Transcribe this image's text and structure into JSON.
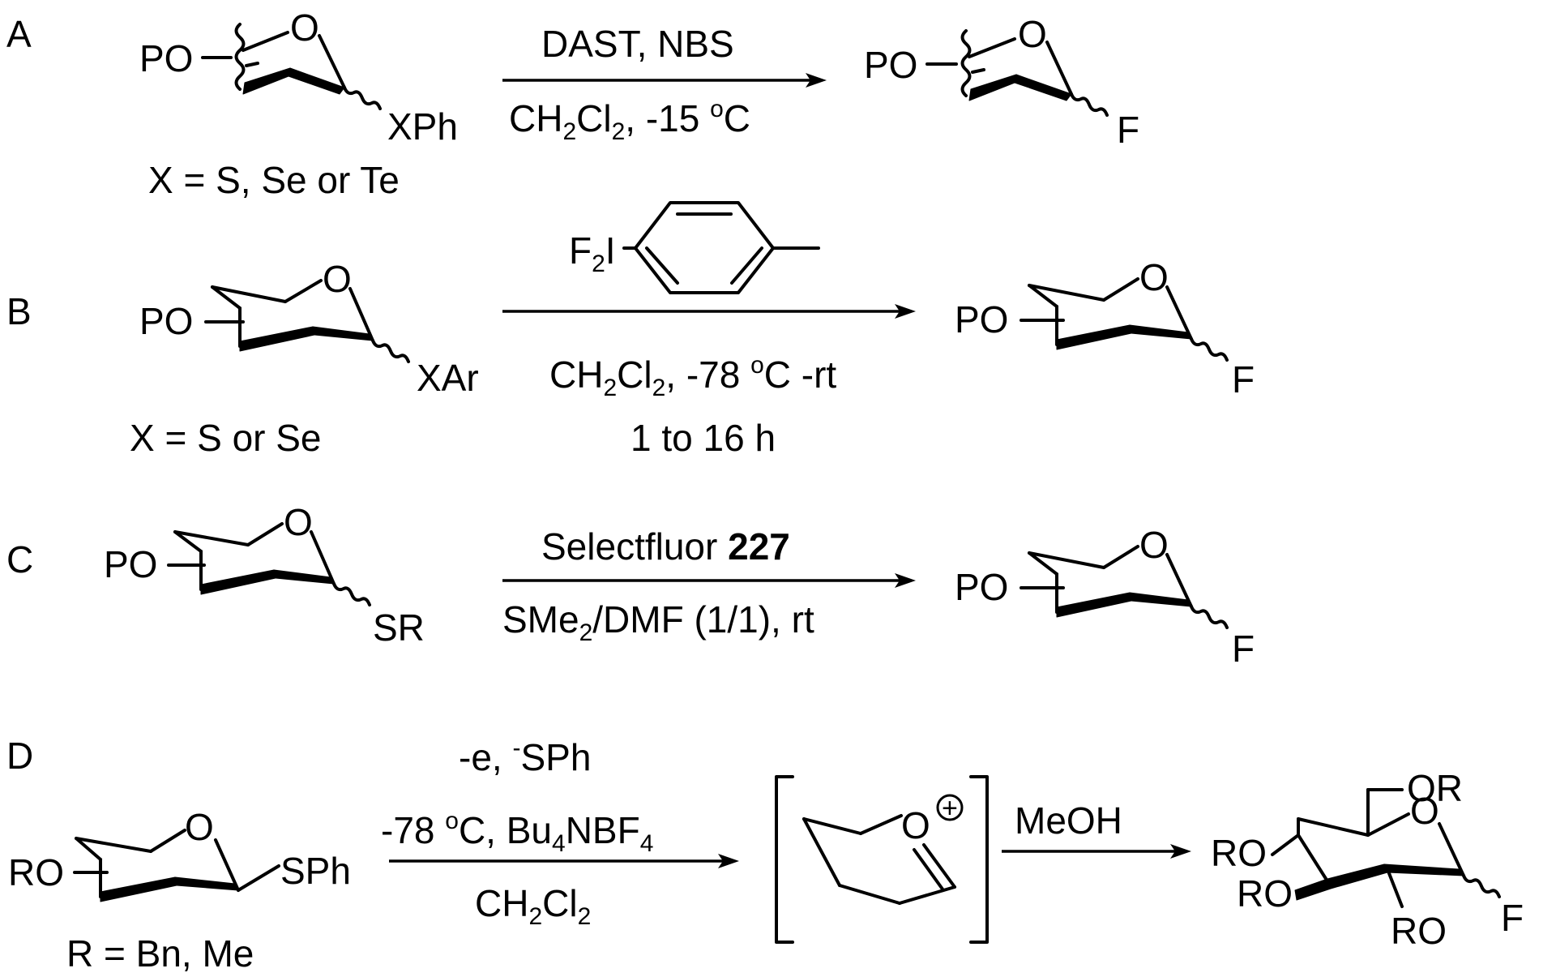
{
  "rows": [
    {
      "id": "A",
      "label": "A",
      "substrate_group": "PO",
      "substrate_leaving": "XPh",
      "substrate_ring_o": "O",
      "note": "X = S, Se or Te",
      "reagent_line1": "DAST, NBS",
      "reagent_line2": {
        "a": "CH",
        "sub1": "2",
        "b": "Cl",
        "sub2": "2",
        "c": ", -15 ",
        "sup": "o",
        "d": "C"
      },
      "product_group": "PO",
      "product_ring_o": "O",
      "product_f": "F"
    },
    {
      "id": "B",
      "label": "B",
      "substrate_group": "PO",
      "substrate_leaving": "XAr",
      "substrate_ring_o": "O",
      "note": "X = S or Se",
      "reagent_top": {
        "a": "F",
        "sub": "2",
        "b": "I"
      },
      "reagent_line2": {
        "a": "CH",
        "sub1": "2",
        "b": "Cl",
        "sub2": "2",
        "c": ", -78 ",
        "sup": "o",
        "d": "C -rt"
      },
      "reagent_line3": "1  to 16 h",
      "product_group": "PO",
      "product_ring_o": "O",
      "product_f": "F"
    },
    {
      "id": "C",
      "label": "C",
      "substrate_group": "PO",
      "substrate_leaving": "SR",
      "substrate_ring_o": "O",
      "reagent_line1": {
        "a": "Selectfluor ",
        "bold": "227"
      },
      "reagent_line2": {
        "a": "SMe",
        "sub": "2",
        "b": "/DMF (1/1), rt"
      },
      "product_group": "PO",
      "product_ring_o": "O",
      "product_f": "F"
    },
    {
      "id": "D",
      "label": "D",
      "substrate_group": "RO",
      "substrate_leaving": "SPh",
      "substrate_ring_o": "O",
      "note": "R = Bn, Me",
      "reagent_line1": {
        "a": "-e, ",
        "sup": "-",
        "b": "SPh"
      },
      "reagent_line2": {
        "a": "-78 ",
        "sup": "o",
        "b": "C, Bu",
        "sub": "4",
        "c": "NBF",
        "sub2": "4"
      },
      "reagent_line3": {
        "a": "CH",
        "sub1": "2",
        "b": "Cl",
        "sub2": "2"
      },
      "intermediate_o": "O",
      "intermediate_charge": "+",
      "step2_reagent": "MeOH",
      "product_or6": "OR",
      "product_or4": "RO",
      "product_or3": "RO",
      "product_or2": "RO",
      "product_ring_o": "O",
      "product_f": "F"
    }
  ]
}
